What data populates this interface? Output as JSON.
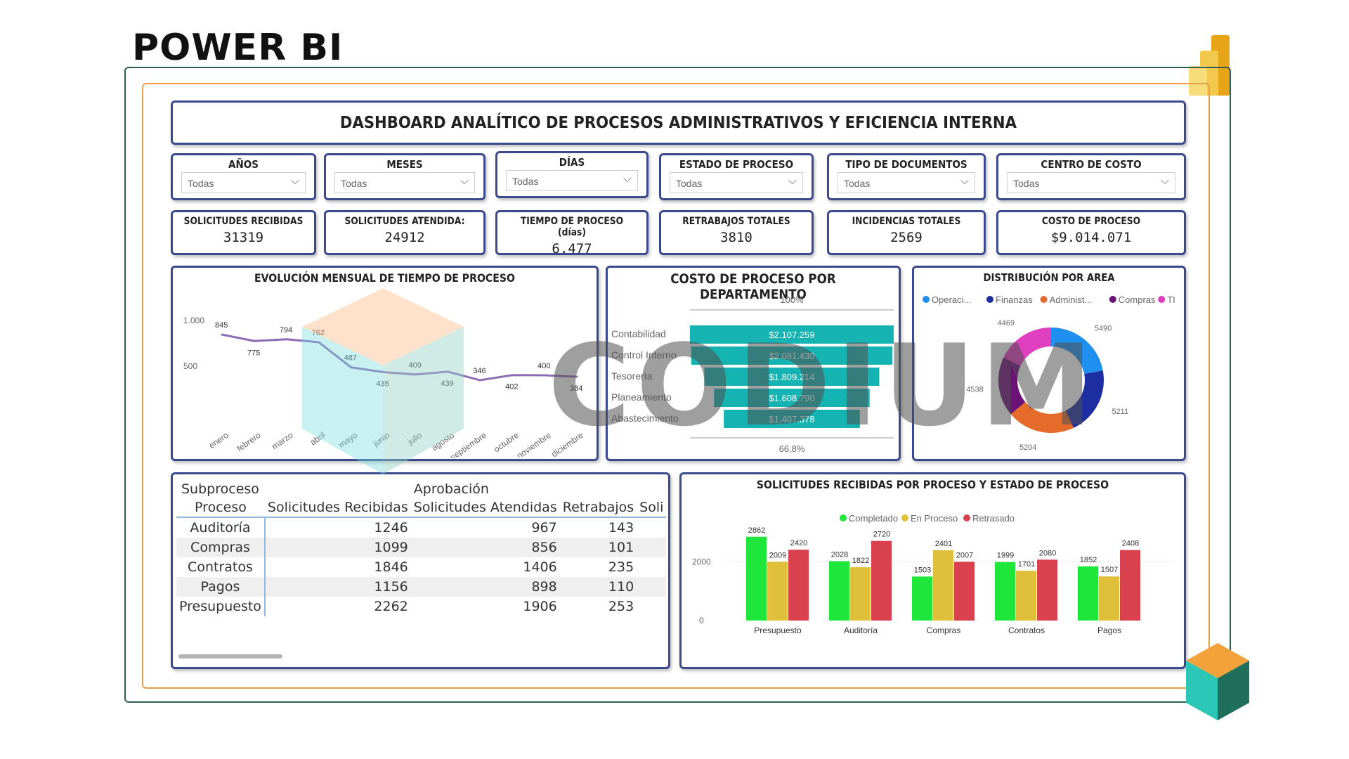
{
  "brand": "POWER BI",
  "dashboard_title": "DASHBOARD ANALÍTICO DE PROCESOS ADMINISTRATIVOS Y EFICIENCIA INTERNA",
  "watermark": "CODIUM",
  "filters": [
    {
      "label": "AÑOS",
      "value": "Todas"
    },
    {
      "label": "MESES",
      "value": "Todas"
    },
    {
      "label": "DÍAS",
      "value": "Todas"
    },
    {
      "label": "ESTADO DE PROCESO",
      "value": "Todas"
    },
    {
      "label": "TIPO DE DOCUMENTOS",
      "value": "Todas"
    },
    {
      "label": "CENTRO DE COSTO",
      "value": "Todas"
    }
  ],
  "kpis": [
    {
      "label": "SOLICITUDES RECIBIDAS",
      "value": "31319"
    },
    {
      "label": "SOLICITUDES ATENDIDA:",
      "value": "24912"
    },
    {
      "label": "TIEMPO DE PROCESO (días)",
      "value": "6.477"
    },
    {
      "label": "RETRABAJOS TOTALES",
      "value": "3810"
    },
    {
      "label": "INCIDENCIAS TOTALES",
      "value": "2569"
    },
    {
      "label": "COSTO DE PROCESO",
      "value": "$9.014.071"
    }
  ],
  "chart_data": [
    {
      "type": "line",
      "title": "EVOLUCIÓN MENSUAL DE TIEMPO DE PROCESO",
      "categories": [
        "enero",
        "febrero",
        "marzo",
        "abril",
        "mayo",
        "junio",
        "julio",
        "agosto",
        "septiembre",
        "octubre",
        "noviembre",
        "diciembre"
      ],
      "values": [
        845,
        775,
        794,
        762,
        487,
        435,
        409,
        439,
        346,
        402,
        400,
        384
      ],
      "yticks": [
        "1.000",
        "500"
      ],
      "ylim": [
        0,
        1000
      ],
      "color": "#8e6bb5"
    },
    {
      "type": "bar",
      "title": "COSTO DE PROCESO POR DEPARTAMENTO",
      "top_label": "100%",
      "bottom_label": "66,8%",
      "categories": [
        "Contabilidad",
        "Control Interno",
        "Tesorería",
        "Planeamiento",
        "Abastecimiento"
      ],
      "values": [
        2107259,
        2081430,
        1809214,
        1608790,
        1407378
      ],
      "value_labels": [
        "$2.107.259",
        "$2.081.430",
        "$1.809.214",
        "$1.608.790",
        "$1.407.378"
      ],
      "color": "#16b3b3"
    },
    {
      "type": "pie",
      "title": "DISTRIBUCIÓN POR AREA",
      "legend": [
        "Operaci...",
        "Finanzas",
        "Administ...",
        "Compras",
        "TI"
      ],
      "values": [
        5490,
        5211,
        5204,
        4538,
        4469
      ],
      "colors": [
        "#1f8ff0",
        "#1c2ea0",
        "#e56b2a",
        "#6b1177",
        "#e03fbf"
      ]
    },
    {
      "type": "bar",
      "title": "SOLICITUDES RECIBIDAS POR PROCESO Y ESTADO DE PROCESO",
      "categories": [
        "Presupuesto",
        "Auditoría",
        "Compras",
        "Contratos",
        "Pagos"
      ],
      "series": [
        {
          "name": "Completado",
          "values": [
            2862,
            2028,
            1503,
            1999,
            1852
          ],
          "color": "#1fe63b"
        },
        {
          "name": "En Proceso",
          "values": [
            2009,
            1822,
            2401,
            1701,
            1507
          ],
          "color": "#e0c03a"
        },
        {
          "name": "Retrasado",
          "values": [
            2420,
            2720,
            2007,
            2080,
            2408
          ],
          "color": "#d9414f"
        }
      ],
      "yticks": [
        "2000",
        "0"
      ],
      "ylim": [
        0,
        3000
      ]
    }
  ],
  "table": {
    "group_header": [
      "Subproceso",
      "Aprobación"
    ],
    "headers": [
      "Proceso",
      "Solicitudes Recibidas",
      "Solicitudes Atendidas",
      "Retrabajos",
      "Soli"
    ],
    "rows": [
      [
        "Auditoría",
        "1246",
        "967",
        "143"
      ],
      [
        "Compras",
        "1099",
        "856",
        "101"
      ],
      [
        "Contratos",
        "1846",
        "1406",
        "235"
      ],
      [
        "Pagos",
        "1156",
        "898",
        "110"
      ],
      [
        "Presupuesto",
        "2262",
        "1906",
        "253"
      ]
    ]
  }
}
